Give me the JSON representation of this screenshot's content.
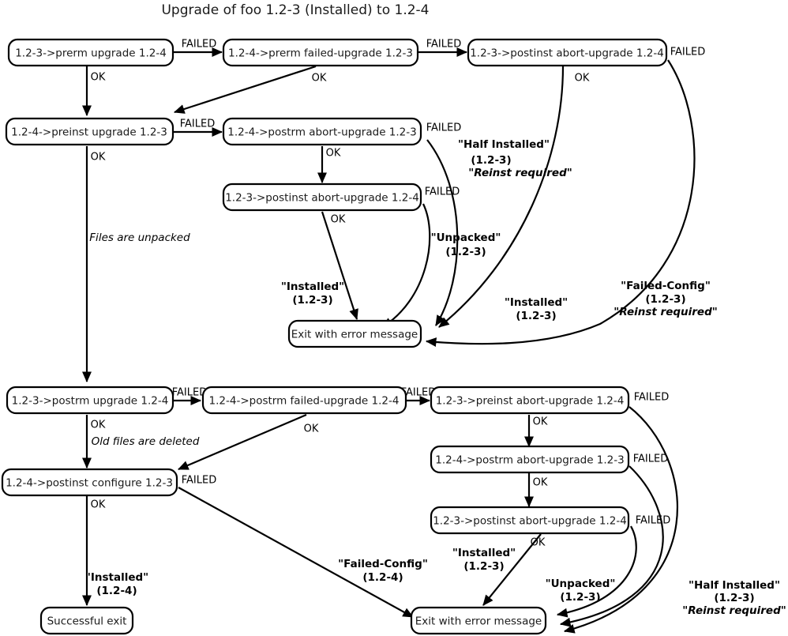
{
  "title": "Upgrade of foo 1.2-3 (Installed) to 1.2-4",
  "nodes": {
    "prerm_upgrade": "1.2-3->prerm upgrade 1.2-4",
    "prerm_failed_upgrade": "1.2-4->prerm failed-upgrade 1.2-3",
    "postinst_abort_upgrade_top": "1.2-3->postinst abort-upgrade 1.2-4",
    "preinst_upgrade": "1.2-4->preinst upgrade 1.2-3",
    "postrm_abort_upgrade_mid": "1.2-4->postrm abort-upgrade 1.2-3",
    "postinst_abort_upgrade_mid": "1.2-3->postinst abort-upgrade 1.2-4",
    "exit_error_top": "Exit with error message",
    "postrm_upgrade": "1.2-3->postrm upgrade 1.2-4",
    "postrm_failed_upgrade": "1.2-4->postrm failed-upgrade 1.2-4",
    "preinst_abort_upgrade": "1.2-3->preinst abort-upgrade 1.2-4",
    "postrm_abort_upgrade_low": "1.2-4->postrm abort-upgrade 1.2-3",
    "postinst_abort_upgrade_low": "1.2-3->postinst abort-upgrade 1.2-4",
    "postinst_configure": "1.2-4->postinst configure 1.2-3",
    "exit_error_bottom": "Exit with error message",
    "successful_exit": "Successful exit"
  },
  "edge_labels": {
    "failed": "FAILED",
    "ok": "OK"
  },
  "notes": {
    "files_unpacked": "Files are unpacked",
    "old_files_deleted": "Old files are deleted"
  },
  "states": {
    "half_installed_123_name": "\"Half Installed\"",
    "half_installed_123_version": "(1.2-3)",
    "reinst_required": "\"Reinst required\"",
    "unpacked_123_name": "\"Unpacked\"",
    "unpacked_123_version": "(1.2-3)",
    "installed_123_name": "\"Installed\"",
    "installed_123_version": "(1.2-3)",
    "failed_config_123_name": "\"Failed-Config\"",
    "failed_config_123_version": "(1.2-3)",
    "failed_config_124_name": "\"Failed-Config\"",
    "failed_config_124_version": "(1.2-4)",
    "installed_124_name": "\"Installed\"",
    "installed_124_version": "(1.2-4)"
  },
  "colors": {
    "stroke": "#000000",
    "fill": "#ffffff",
    "text": "#1a1a1a"
  },
  "labels_list": {
    "failed_1": "FAILED",
    "failed_2": "FAILED",
    "failed_3": "FAILED",
    "failed_4": "FAILED",
    "failed_5": "FAILED",
    "failed_6": "FAILED",
    "failed_7": "FAILED",
    "failed_8": "FAILED",
    "failed_9": "FAILED",
    "failed_10": "FAILED",
    "failed_11": "FAILED",
    "ok_1": "OK",
    "ok_2": "OK",
    "ok_3": "OK",
    "ok_4": "OK",
    "ok_5": "OK",
    "ok_6": "OK",
    "ok_7": "OK",
    "ok_8": "OK",
    "ok_9": "OK",
    "ok_10": "OK",
    "ok_11": "OK",
    "ok_12": "OK"
  }
}
